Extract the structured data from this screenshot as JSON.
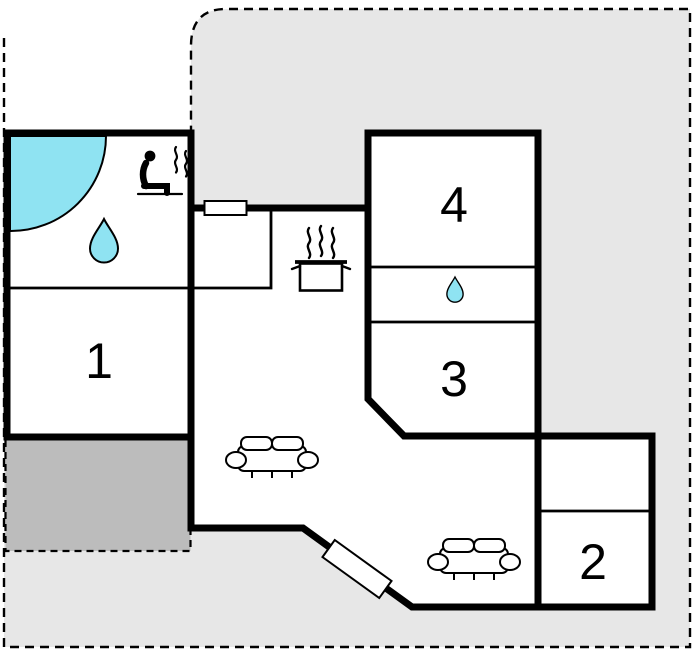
{
  "colors": {
    "plot": "#e7e7e7",
    "terrace": "#bcbcbc",
    "water": "#8fe3f2",
    "wall": "#000000",
    "floor": "#ffffff"
  },
  "rooms": [
    {
      "label": "1"
    },
    {
      "label": "2"
    },
    {
      "label": "3"
    },
    {
      "label": "4"
    }
  ],
  "icons": {
    "bathtub": "corner-bathtub",
    "shower": "shower-steam-person",
    "bathroom_drop": "water-drop",
    "wc_drop": "water-drop",
    "stove": "steaming-pot",
    "sofa_living": "sofa-top-view",
    "sofa_lounge": "sofa-top-view",
    "window": "window-opening",
    "door": "door-opening"
  }
}
